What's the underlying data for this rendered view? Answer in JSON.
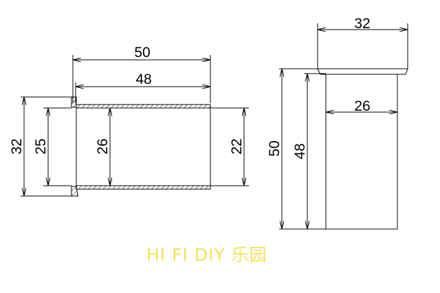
{
  "side_view": {
    "dims": {
      "overall_length": "50",
      "tube_length": "48",
      "flange_diameter": "32",
      "outer_diameter": "25",
      "bore_diameter": "26",
      "inner_diameter": "22"
    }
  },
  "end_view": {
    "dims": {
      "top_width": "32",
      "body_width": "26",
      "overall_height": "50",
      "body_height": "48"
    }
  },
  "watermark": "HI FI DIY  乐园",
  "colors": {
    "line": "#000000",
    "watermark": "#f2e25a"
  }
}
